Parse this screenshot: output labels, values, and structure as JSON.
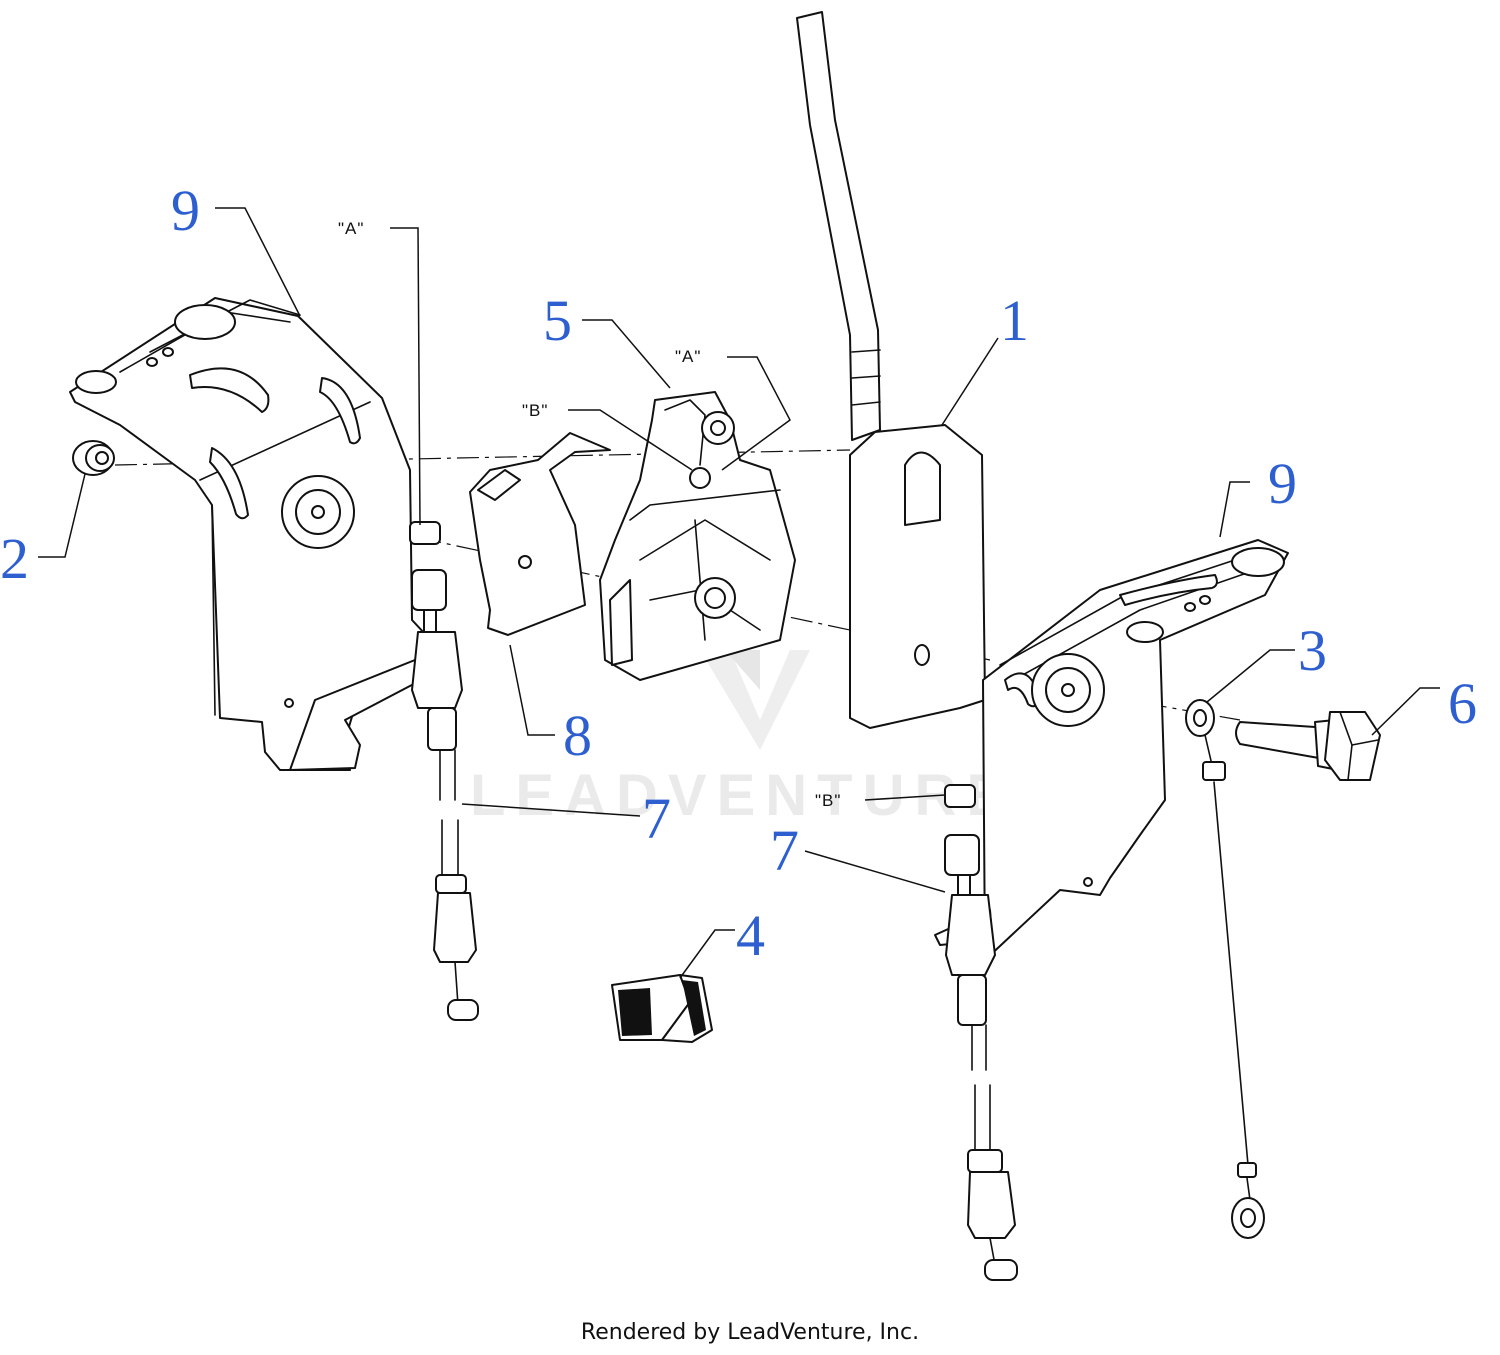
{
  "callouts": [
    "9",
    "2",
    "5",
    "1",
    "9",
    "3",
    "6",
    "8",
    "7",
    "7",
    "4"
  ],
  "references": [
    "\"A\"",
    "\"A\"",
    "\"B\"",
    "\"B\""
  ],
  "watermark": {
    "text": "LEADVENTURE",
    "color": "#d9d9d9"
  },
  "footer": "Rendered by LeadVenture, Inc.",
  "colors": {
    "callout": "#2e5fd0",
    "linework": "#111111",
    "background": "#ffffff"
  }
}
